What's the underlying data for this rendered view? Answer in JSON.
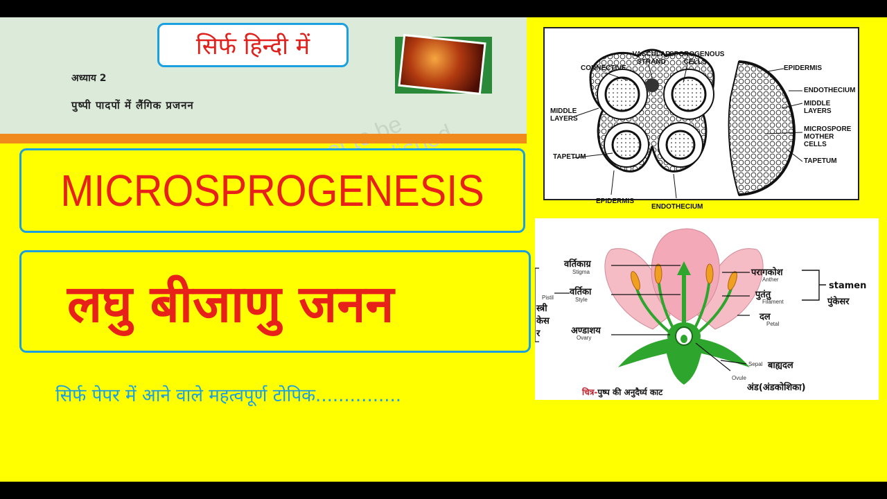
{
  "header": {
    "hindi_only": "सिर्फ हिन्दी में",
    "chapter_label": "अध्याय 2",
    "chapter_title": "पुष्पी पादपों में लैंगिक प्रजनन",
    "watermark": "ot to be republished"
  },
  "main": {
    "title_en": "MICROSPROGENESIS",
    "title_hi": "लघु बीजाणु जनन",
    "subtitle": "सिर्फ पेपर में आने वाले महत्वपूर्ण टोपिक..............."
  },
  "anther_diagram": {
    "labels": {
      "connective": "CONNECTIVE",
      "vascular_strand": "VASCULAR STRAND",
      "sporogenous_cells": "SPOROGENOUS CELLS",
      "middle_layers_left": "MIDDLE LAYERS",
      "tapetum_left": "TAPETUM",
      "epidermis_bottom": "EPIDERMIS",
      "endothecium_bottom": "ENDOTHECIUM",
      "epidermis_right": "EPIDERMIS",
      "endothecium_right": "ENDOTHECIUM",
      "middle_layers_right": "MIDDLE LAYERS",
      "microspore_mother_cells": "MICROSPORE MOTHER CELLS",
      "tapetum_right": "TAPETUM"
    }
  },
  "flower_diagram": {
    "labels": {
      "stigma_hi": "वर्तिकाग्र",
      "stigma_en": "Stigma",
      "style_hi": "वर्तिका",
      "style_en": "Style",
      "pistil_en": "Pistil",
      "pistil_hi": "स्त्री केस र",
      "ovary_hi": "अण्डाशय",
      "ovary_en": "Ovary",
      "anther_hi": "परागकोश",
      "anther_en": "Anther",
      "filament_hi": "पुतंतु",
      "filament_en": "Filament",
      "stamen_en": "stamen",
      "stamen_hi": "पुंकेसर",
      "petal_hi": "दल",
      "petal_en": "Petal",
      "sepal_en": "Sepal",
      "sepal_hi": "बाह्यदल",
      "ovule_en": "Ovule",
      "ovule_hi": "अंड(अंडकोशिका)",
      "caption_prefix": "चित्र-",
      "caption": "पुष्प की अनुदैर्घ्य काट"
    }
  },
  "colors": {
    "background": "#ffff00",
    "title_red": "#e8201a",
    "box_border": "#1aa0e0",
    "subtitle": "#1aa0e0",
    "stripe": "#f08a1c"
  }
}
